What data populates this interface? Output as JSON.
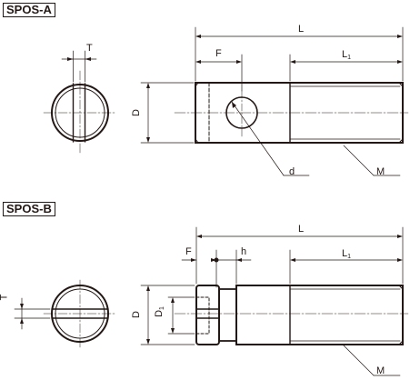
{
  "views": {
    "a": {
      "tag": "SPOS-A",
      "labels": {
        "T": "T",
        "L": "L",
        "F": "F",
        "L1": "L",
        "L1_sub": "1",
        "D": "D",
        "d": "d",
        "M": "M"
      }
    },
    "b": {
      "tag": "SPOS-B",
      "labels": {
        "T": "T",
        "L": "L",
        "F": "F",
        "h": "h",
        "L1": "L",
        "L1_sub": "1",
        "D": "D",
        "D1": "D",
        "D1_sub": "1",
        "M": "M"
      }
    }
  },
  "colors": {
    "ink": "#231815",
    "background": "#ffffff"
  }
}
